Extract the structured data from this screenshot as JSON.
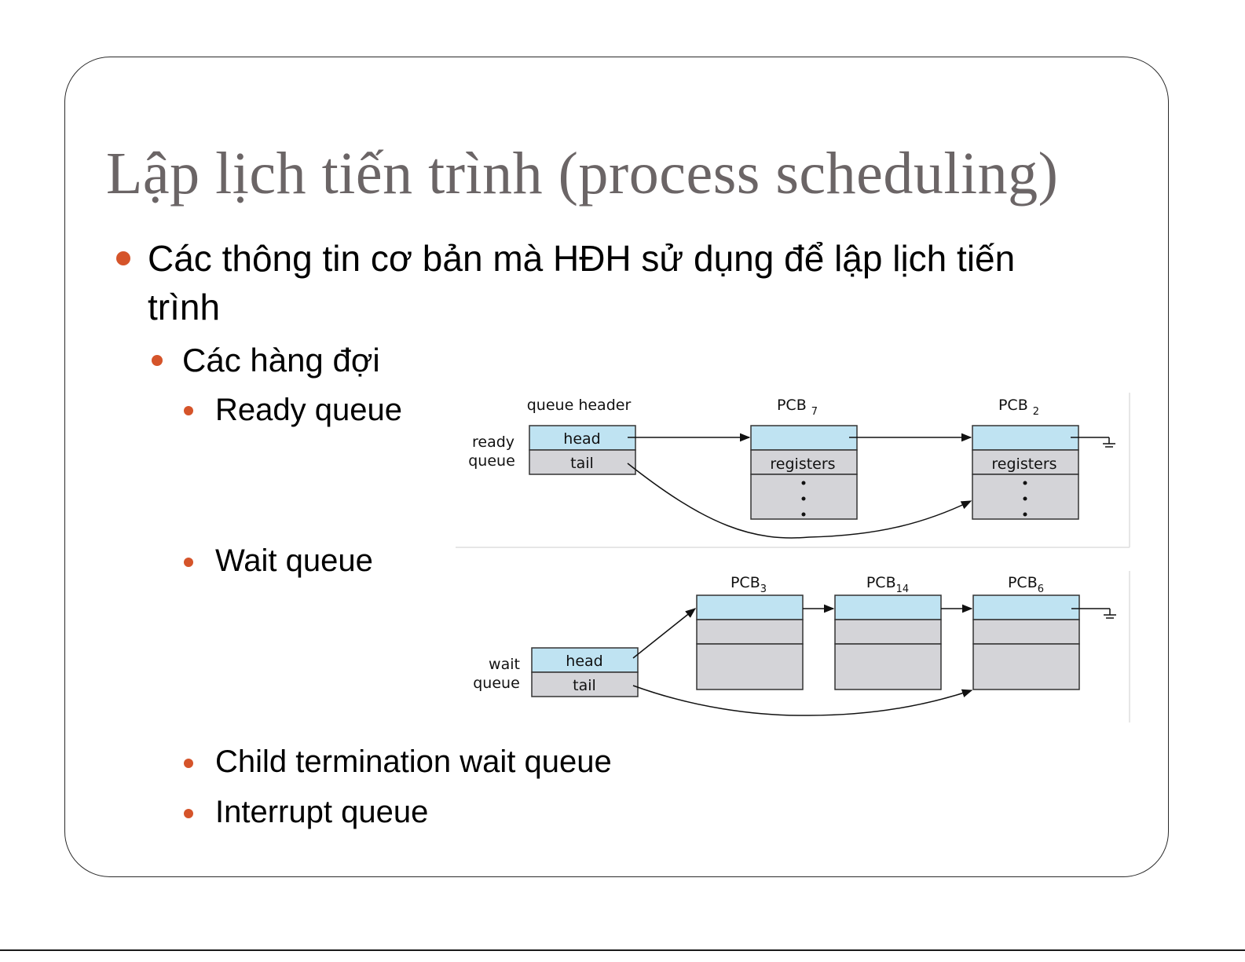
{
  "slide": {
    "title": "Lập lịch tiến trình (process scheduling)",
    "bullet1_line1": "Các thông tin cơ bản mà HĐH sử dụng để lập lịch tiến",
    "bullet1_line2": "trình",
    "bullet2": "Các hàng đợi",
    "sub_bullets": {
      "ready": "Ready queue",
      "wait": "Wait queue",
      "child": "Child termination wait queue",
      "interrupt": "Interrupt queue"
    }
  },
  "diagram": {
    "ready": {
      "header_label": "queue header",
      "side_label_1": "ready",
      "side_label_2": "queue",
      "head": "head",
      "tail": "tail",
      "pcb_a_name": "PCB",
      "pcb_a_sub": "7",
      "pcb_b_name": "PCB",
      "pcb_b_sub": "2",
      "registers": "registers"
    },
    "wait": {
      "side_label_1": "wait",
      "side_label_2": "queue",
      "head": "head",
      "tail": "tail",
      "pcb_a_name": "PCB",
      "pcb_a_sub": "3",
      "pcb_b_name": "PCB",
      "pcb_b_sub": "14",
      "pcb_c_name": "PCB",
      "pcb_c_sub": "6"
    }
  },
  "colors": {
    "accent_bullet": "#d5542a",
    "title_gray": "#6b6566",
    "box_blue": "#bfe3f2",
    "box_gray": "#d4d4d8"
  }
}
